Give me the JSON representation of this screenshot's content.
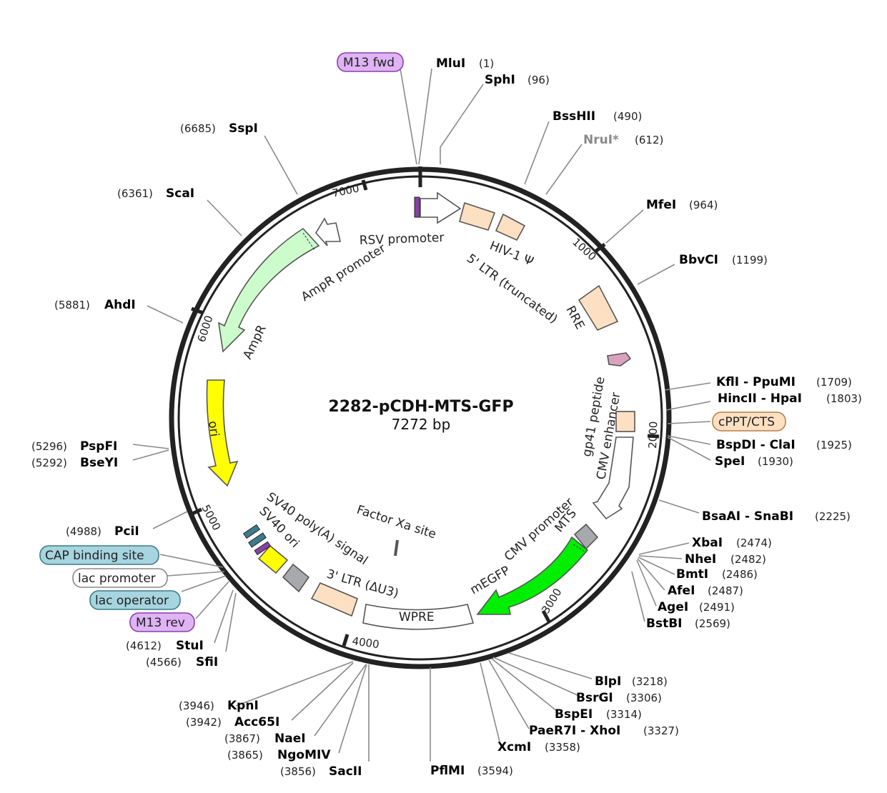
{
  "plasmid": {
    "name": "2282-pCDH-MTS-GFP",
    "length_label": "7272 bp",
    "length": 7272
  },
  "ticks": [
    "1000",
    "2000",
    "3000",
    "4000",
    "5000",
    "6000",
    "7000"
  ],
  "sites_right": [
    {
      "name": "MluI",
      "pos": "(1)"
    },
    {
      "name": "SphI",
      "pos": "(96)"
    },
    {
      "name": "BssHII",
      "pos": "(490)"
    },
    {
      "name": "NruI*",
      "pos": "(612)"
    },
    {
      "name": "MfeI",
      "pos": "(964)"
    },
    {
      "name": "BbvCI",
      "pos": "(1199)"
    },
    {
      "name": "KflI - PpuMI",
      "pos": "(1709)"
    },
    {
      "name": "HincII - HpaI",
      "pos": "(1803)"
    },
    {
      "name": "BspDI - ClaI",
      "pos": "(1925)"
    },
    {
      "name": "SpeI",
      "pos": "(1930)"
    },
    {
      "name": "BsaAI - SnaBI",
      "pos": "(2225)"
    },
    {
      "name": "XbaI",
      "pos": "(2474)"
    },
    {
      "name": "NheI",
      "pos": "(2482)"
    },
    {
      "name": "BmtI",
      "pos": "(2486)"
    },
    {
      "name": "AfeI",
      "pos": "(2487)"
    },
    {
      "name": "AgeI",
      "pos": "(2491)"
    },
    {
      "name": "BstBI",
      "pos": "(2569)"
    },
    {
      "name": "BlpI",
      "pos": "(3218)"
    },
    {
      "name": "BsrGI",
      "pos": "(3306)"
    },
    {
      "name": "BspEI",
      "pos": "(3314)"
    },
    {
      "name": "PaeR7I - XhoI",
      "pos": "(3327)"
    },
    {
      "name": "XcmI",
      "pos": "(3358)"
    },
    {
      "name": "PflMI",
      "pos": "(3594)"
    }
  ],
  "sites_left": [
    {
      "name": "SspI",
      "pos": "(6685)"
    },
    {
      "name": "ScaI",
      "pos": "(6361)"
    },
    {
      "name": "AhdI",
      "pos": "(5881)"
    },
    {
      "name": "PspFI",
      "pos": "(5296)"
    },
    {
      "name": "BseYI",
      "pos": "(5292)"
    },
    {
      "name": "PciI",
      "pos": "(4988)"
    },
    {
      "name": "StuI",
      "pos": "(4612)"
    },
    {
      "name": "SfiI",
      "pos": "(4566)"
    },
    {
      "name": "KpnI",
      "pos": "(3946)"
    },
    {
      "name": "Acc65I",
      "pos": "(3942)"
    },
    {
      "name": "NaeI",
      "pos": "(3867)"
    },
    {
      "name": "NgoMIV",
      "pos": "(3865)"
    },
    {
      "name": "SacII",
      "pos": "(3856)"
    }
  ],
  "primers": [
    {
      "name": "M13 fwd"
    },
    {
      "name": "cPPT/CTS"
    },
    {
      "name": "CAP binding site"
    },
    {
      "name": "lac promoter"
    },
    {
      "name": "lac operator"
    },
    {
      "name": "M13 rev"
    }
  ],
  "features": {
    "rsv_promoter": "RSV promoter",
    "hiv_psi": "HIV-1 Ψ",
    "ltr5": "5' LTR (truncated)",
    "rre": "RRE",
    "gp41": "gp41 peptide",
    "cmv_enhancer": "CMV enhancer",
    "cmv_promoter": "CMV promoter",
    "mts": "MTS",
    "megfp": "mEGFP",
    "wpre": "WPRE",
    "ltr3": "3' LTR (ΔU3)",
    "sv40_polya": "SV40 poly(A) signal",
    "sv40_ori": "SV40 ori",
    "factor_xa": "Factor Xa site",
    "ori": "ori",
    "ampr": "AmpR",
    "ampr_promoter": "AmpR promoter"
  },
  "colors": {
    "backbone": "#222222",
    "ltr": "#fde0c2",
    "ampr": "#ccfccc",
    "ori": "#ffff00",
    "megfp": "#00ee00",
    "mts": "#a7a9ac",
    "gp41": "#d9a3c0",
    "primer": "#e0b3f5",
    "cap": "#a6d4df"
  }
}
